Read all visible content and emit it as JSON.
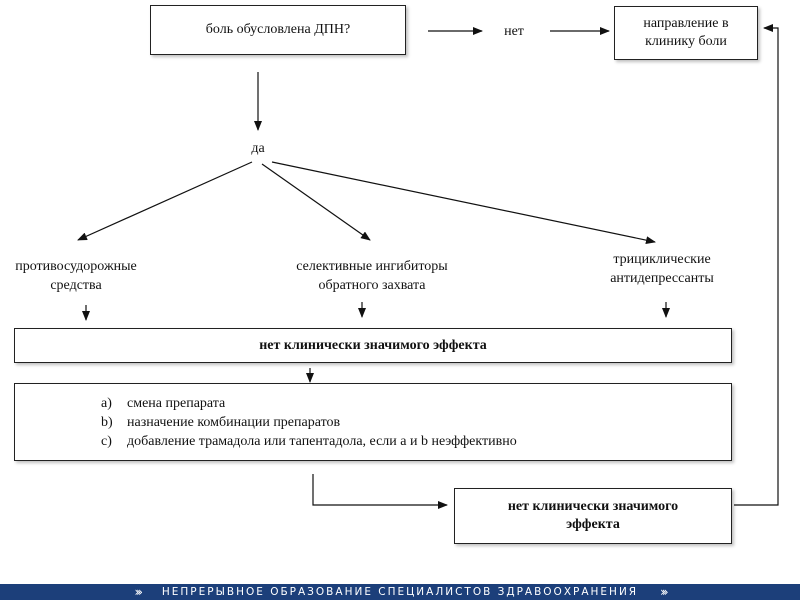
{
  "question": "боль обусловлена ДПН?",
  "no_label": "нет",
  "yes_label": "да",
  "referral": {
    "line1": "направление в",
    "line2": "клинику боли"
  },
  "drug_classes": [
    {
      "line1": "противосудорожные",
      "line2": "средства"
    },
    {
      "line1": "селективные ингибиторы",
      "line2": "обратного захвата"
    },
    {
      "line1": "трициклические",
      "line2": "антидепрессанты"
    }
  ],
  "no_effect": "нет клинически значимого эффекта",
  "options": [
    {
      "marker": "a)",
      "text": "смена препарата"
    },
    {
      "marker": "b)",
      "text": "назначение комбинации препаратов"
    },
    {
      "marker": "c)",
      "text": "добавление трамадола или тапентадола, если a и b неэффективно"
    }
  ],
  "final_box": {
    "line1": "нет клинически значимого",
    "line2": "эффекта"
  },
  "footer": {
    "text": "НЕПРЕРЫВНОЕ ОБРАЗОВАНИЕ СПЕЦИАЛИСТОВ ЗДРАВООХРАНЕНИЯ",
    "chevron_glyph": "›››"
  }
}
